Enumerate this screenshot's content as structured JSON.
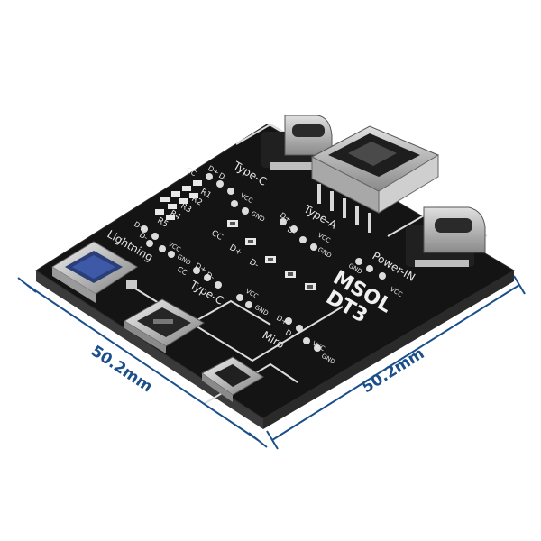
{
  "dimensions": {
    "left": "50.2mm",
    "right": "50.2mm",
    "line_color": "#1b4f8c"
  },
  "board": {
    "color": "#141414",
    "silk_color": "#e8e8e8",
    "brand_line1": "MSOL",
    "brand_line2": "DT3"
  },
  "labels": {
    "type_c_top": "Type-C",
    "type_c_mid": "Type-C",
    "type_a": "Type-A",
    "power_in": "Power-IN",
    "lightning": "Lightning",
    "micro": "Miro",
    "cc": "CC",
    "dplus": "D+",
    "dminus": "D-",
    "vcc": "VCC",
    "gnd": "GND",
    "r1": "R1",
    "r2": "R2",
    "r3": "R3",
    "r4": "R4",
    "r5": "R5"
  }
}
